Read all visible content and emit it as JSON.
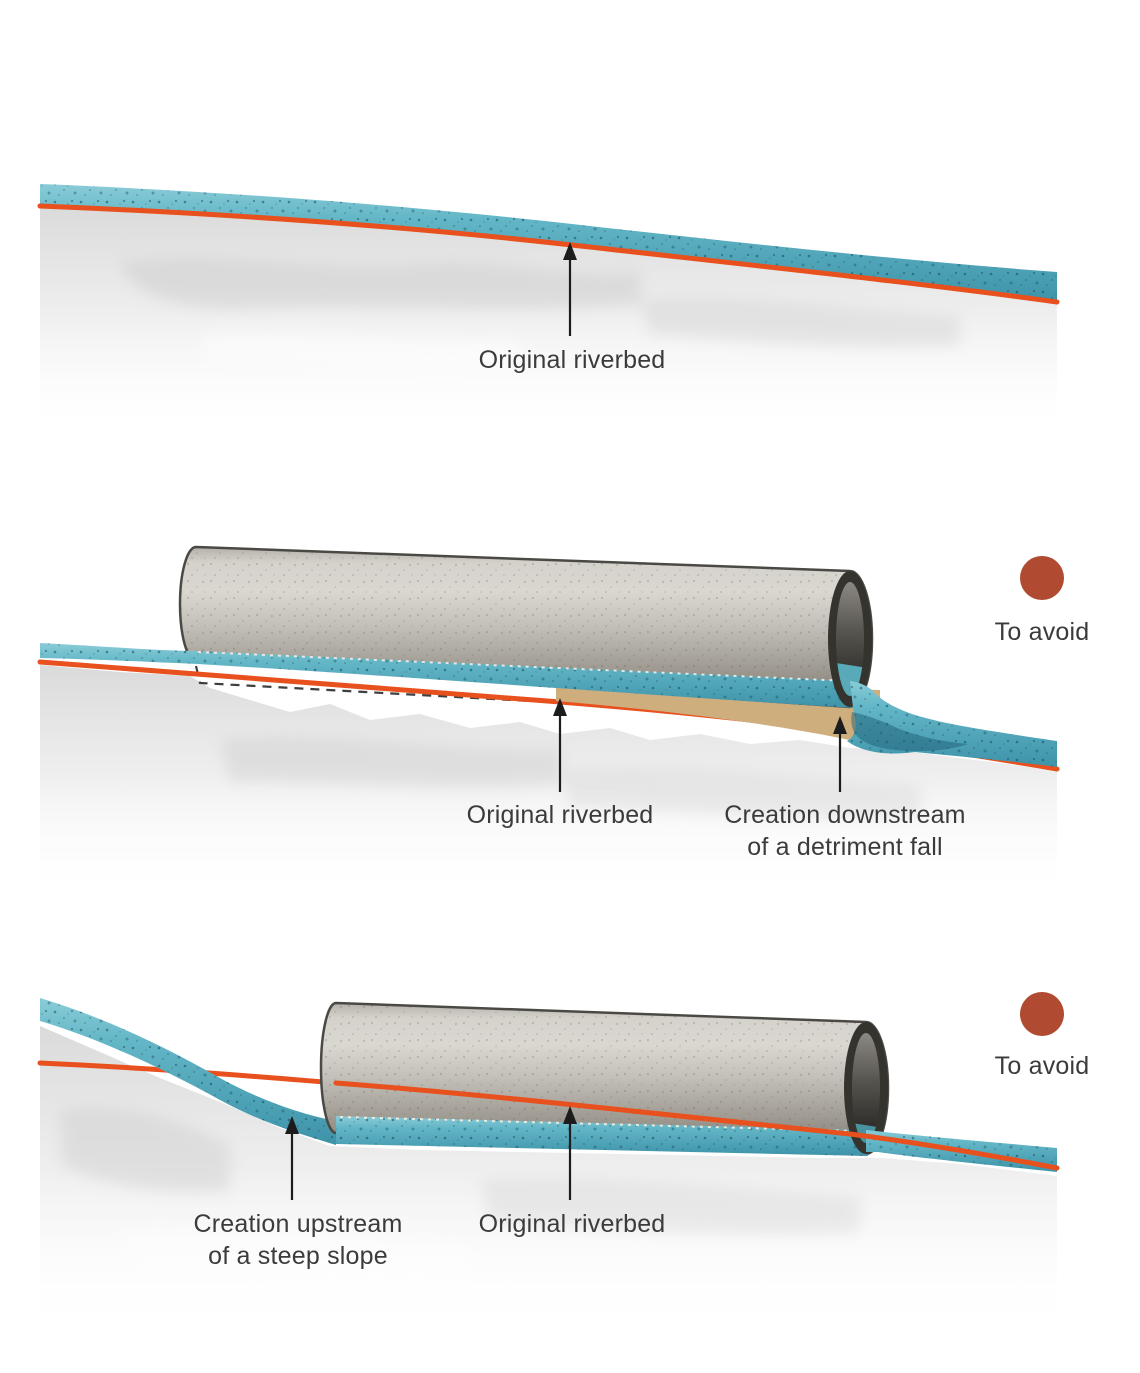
{
  "panel_original": {
    "original_riverbed_label": "Original riverbed"
  },
  "panel_downstream_fall": {
    "original_riverbed_label": "Original riverbed",
    "creation_label_line1": "Creation downstream",
    "creation_label_line2": "of a detriment fall",
    "avoid_label": "To avoid"
  },
  "panel_steep_slope": {
    "creation_label_line1": "Creation upstream",
    "creation_label_line2": "of a steep slope",
    "original_riverbed_label": "Original riverbed",
    "avoid_label": "To avoid"
  },
  "colors": {
    "water": "#62b6c6",
    "riverbed_line": "#e8501d",
    "avoid_marker": "#b04a31",
    "pipe_concrete": "#c2bfb8",
    "sediment": "#cfae7d",
    "label_text": "#3b3b3b"
  }
}
